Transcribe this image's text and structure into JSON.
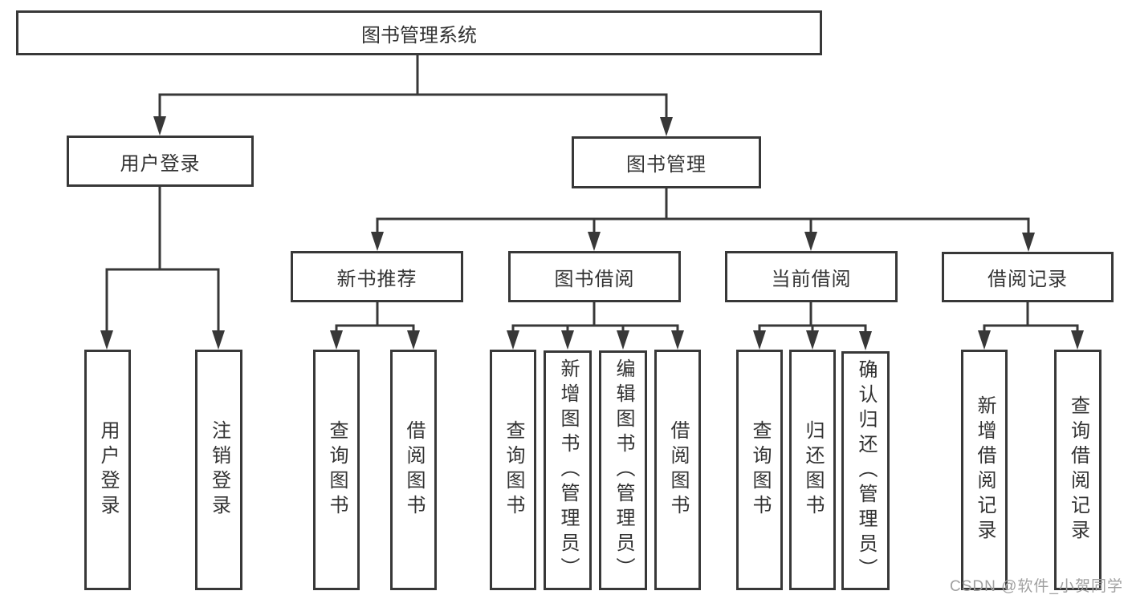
{
  "title": "图书管理系统",
  "watermark": "CSDN @软件_小贺同学",
  "colors": {
    "line": "#383838",
    "text": "#333333",
    "background": "#ffffff",
    "watermark": "#a0a0a0"
  },
  "tree": {
    "user_login": {
      "label": "用户登录",
      "children": [
        "用户登录",
        "注销登录"
      ]
    },
    "book_mgmt": {
      "label": "图书管理",
      "modules": [
        {
          "label": "新书推荐",
          "children": [
            "查询图书",
            "借阅图书"
          ]
        },
        {
          "label": "图书借阅",
          "children": [
            "查询图书",
            "新增图书（管理员）",
            "编辑图书（管理员）",
            "借阅图书"
          ]
        },
        {
          "label": "当前借阅",
          "children": [
            "查询图书",
            "归还图书",
            "确认归还（管理员）"
          ]
        },
        {
          "label": "借阅记录",
          "children": [
            "新增借阅记录",
            "查询借阅记录"
          ]
        }
      ]
    }
  }
}
